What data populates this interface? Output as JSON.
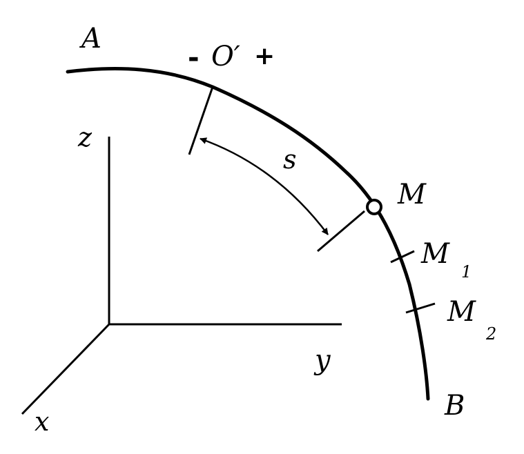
{
  "labels": {
    "A": "A",
    "B": "B",
    "O": "O′",
    "minus": "-",
    "plus": "+",
    "s": "s",
    "M": "M",
    "M1": "M",
    "M1_sub": "1",
    "M2": "M",
    "M2_sub": "2",
    "x": "x",
    "y": "y",
    "z": "z"
  }
}
